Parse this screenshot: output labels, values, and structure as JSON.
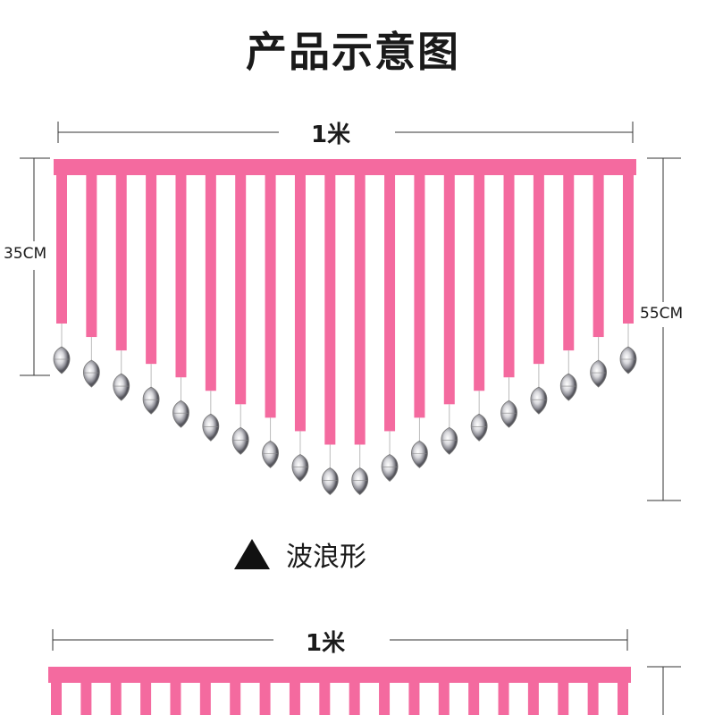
{
  "title": "产品示意图",
  "color_pink": "#f46a9f",
  "diagram1": {
    "width_label": "1米",
    "left_height_label": "35CM",
    "right_height_label": "55CM",
    "caption": "波浪形",
    "caption_icon": "triangle-up-icon",
    "strand_count": 20
  },
  "diagram2": {
    "width_label": "1米"
  }
}
